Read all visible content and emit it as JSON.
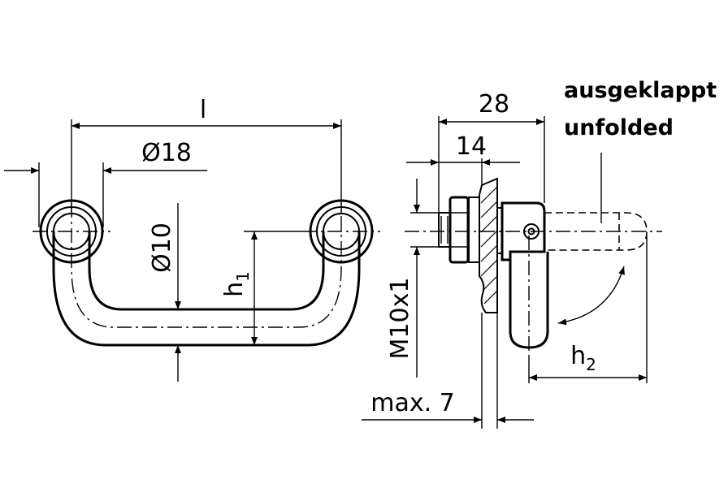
{
  "dimensions": {
    "length_label": "l",
    "outer_diameter_label": "Ø18",
    "rod_diameter_label": "Ø10",
    "h1_main": "h",
    "h1_sub": "1",
    "width_28": "28",
    "width_14": "14",
    "thread_label": "M10x1",
    "max_label": "max. 7",
    "h2_main": "h",
    "h2_sub": "2"
  },
  "notes": {
    "folded_out_de": "ausgeklappt",
    "folded_out_en": "unfolded"
  }
}
